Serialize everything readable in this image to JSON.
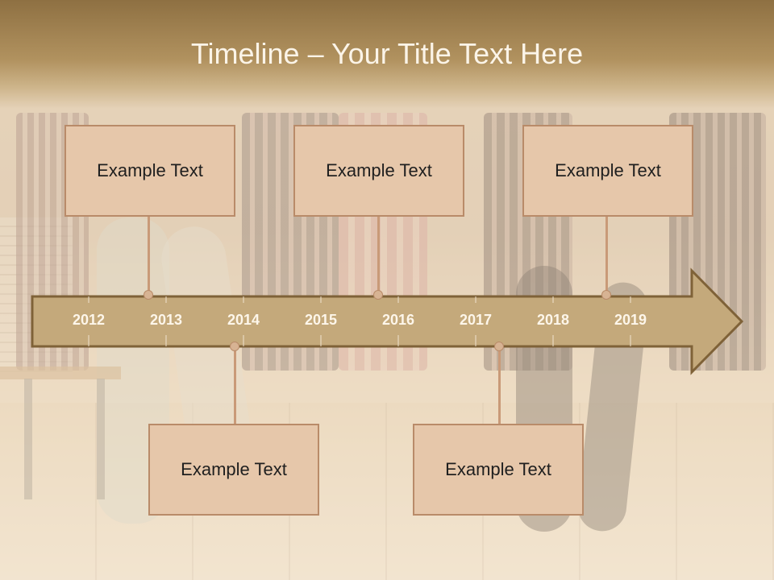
{
  "title": "Timeline – Your Title Text Here",
  "timeline": {
    "years": [
      "2012",
      "2013",
      "2014",
      "2015",
      "2016",
      "2017",
      "2018",
      "2019"
    ],
    "top_boxes": [
      {
        "text": "Example Text"
      },
      {
        "text": "Example Text"
      },
      {
        "text": "Example Text"
      }
    ],
    "bottom_boxes": [
      {
        "text": "Example Text"
      },
      {
        "text": "Example Text"
      }
    ]
  },
  "colors": {
    "header": "#8e7042",
    "arrow_fill": "#c4a97b",
    "arrow_stroke": "#7f6238",
    "box_fill": "#e6c7aa",
    "box_border": "#b98b69",
    "year_text": "#fdf6ea"
  }
}
